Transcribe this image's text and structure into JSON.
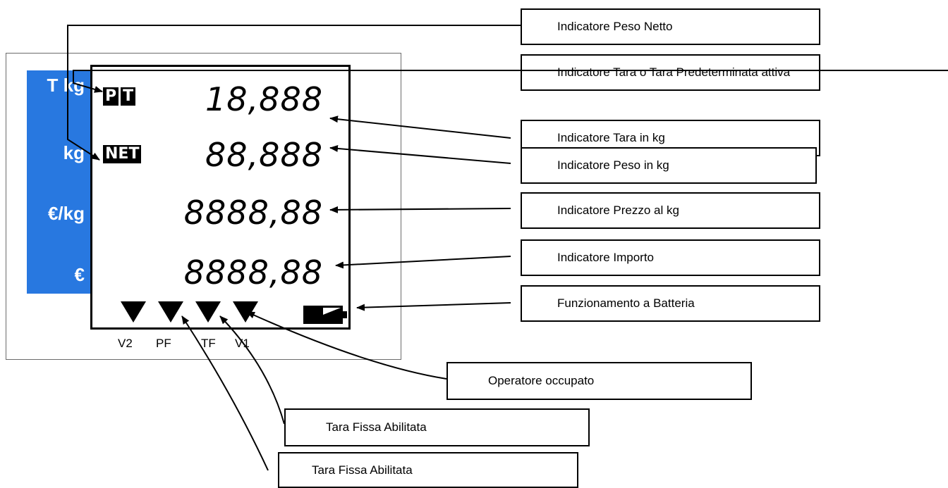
{
  "colors": {
    "unit_panel": "#2878e0",
    "lcd_border": "#000000",
    "frame": "#6b6b6b"
  },
  "units": [
    "T kg",
    "kg",
    "€/kg",
    "€"
  ],
  "badges": {
    "pt_p": "P",
    "pt_t": "T",
    "net": "NET"
  },
  "display": {
    "tare": "18,888",
    "weight": "88,888",
    "price": "8888,88",
    "amount": "8888,88"
  },
  "indicator_labels": [
    "V2",
    "PF",
    "TF",
    "V1"
  ],
  "callouts": {
    "peso_netto": "Indicatore Peso Netto",
    "tara_attiva": "Indicatore Tara o Tara Predeterminata attiva",
    "tara_kg": "Indicatore Tara in kg",
    "peso_kg": "Indicatore Peso in kg",
    "prezzo_kg": "Indicatore Prezzo al kg",
    "importo": "Indicatore Importo",
    "batteria": "Funzionamento a Batteria",
    "operatore": "Operatore occupato",
    "tara_fissa_1": "Tara Fissa Abilitata",
    "tara_fissa_2": "Tara Fissa Abilitata"
  },
  "icons": {
    "battery": "battery-icon",
    "triangle": "triangle-down-icon",
    "arrow": "arrowhead-icon"
  }
}
